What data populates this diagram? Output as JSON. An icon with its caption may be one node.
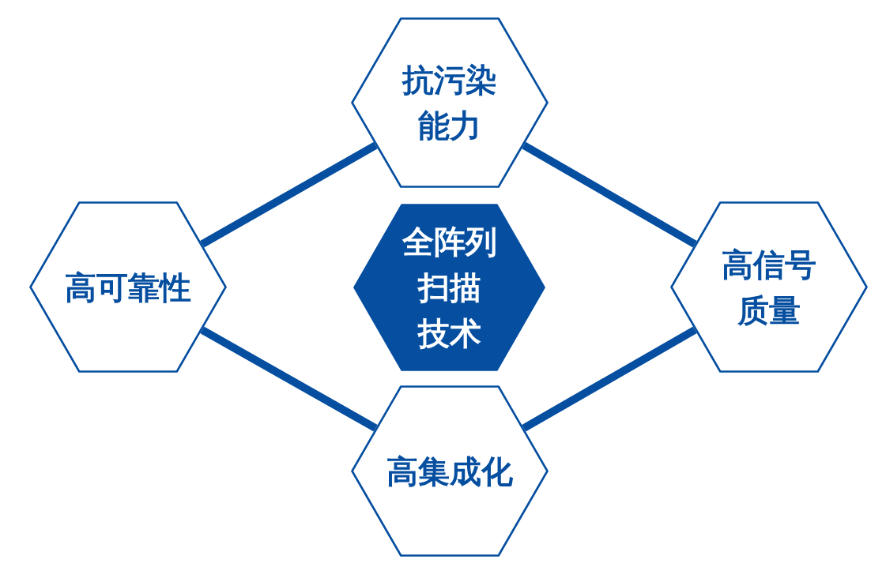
{
  "diagram": {
    "nodes": [
      {
        "text": [
          "抗污染能力"
        ]
      },
      {
        "text": [
          "高可靠性"
        ]
      },
      {
        "text": [
          "全阵列扫描技术"
        ]
      },
      {
        "text": [
          "高信号质量"
        ]
      },
      {
        "text": [
          "高集成化"
        ]
      }
    ],
    "edges": [
      {
        "from": 1,
        "to": 0,
        "arrow": "none"
      },
      {
        "from": 0,
        "to": 3,
        "arrow": "none"
      },
      {
        "from": 1,
        "to": 4,
        "arrow": "none"
      },
      {
        "from": 4,
        "to": 3,
        "arrow": "none"
      }
    ]
  }
}
